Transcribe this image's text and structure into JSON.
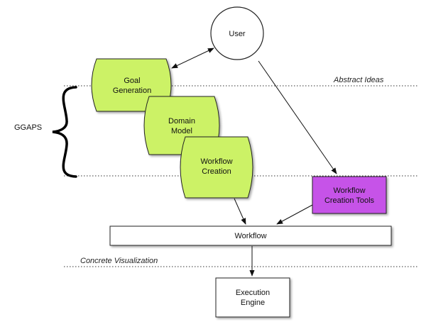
{
  "nodes": {
    "user": "User",
    "goal_generation": [
      "Goal",
      "Generation"
    ],
    "domain_model": [
      "Domain",
      "Model"
    ],
    "workflow_creation": [
      "Workflow",
      "Creation"
    ],
    "workflow_creation_tools": [
      "Workflow",
      "Creation Tools"
    ],
    "workflow": "Workflow",
    "execution_engine": [
      "Execution",
      "Engine"
    ]
  },
  "annotations": {
    "abstract_ideas": "Abstract Ideas",
    "concrete_visualization": "Concrete Visualization",
    "ggaps": "GGAPS"
  },
  "colors": {
    "green_node": "#ccf266",
    "purple_node": "#c653e8",
    "white_node": "#ffffff",
    "stroke": "#222222"
  }
}
